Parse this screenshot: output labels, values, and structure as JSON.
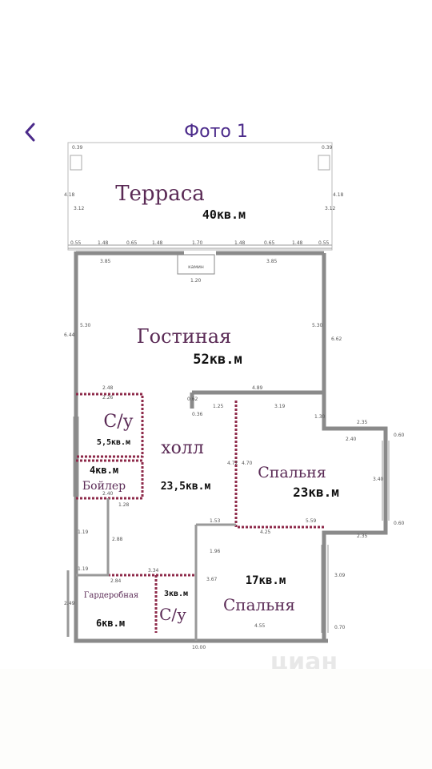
{
  "header": {
    "title": "Фото 1",
    "back_icon": "chevron-left-icon"
  },
  "rooms": {
    "terrace": {
      "name": "Терраса",
      "area": "40кв.м"
    },
    "living": {
      "name": "Гостиная",
      "area": "52кв.м"
    },
    "bath1": {
      "name": "С/у",
      "area": "5,5кв.м"
    },
    "hall": {
      "name": "холл",
      "area": "23,5кв.м"
    },
    "boiler": {
      "name": "Бойлер",
      "area": "4кв.м"
    },
    "bedroom1": {
      "name": "Спальня",
      "area": "23кв.м"
    },
    "wardrobe": {
      "name": "Гардеробная",
      "area": "6кв.м"
    },
    "bath2": {
      "name": "С/у",
      "area": "3кв.м"
    },
    "bedroom2": {
      "name": "Спальня",
      "area": "17кв.м"
    }
  },
  "dimensions": {
    "d1": "0.39",
    "d2": "0.39",
    "d3": "4.18",
    "d4": "3.12",
    "d5": "4.18",
    "d6": "3.12",
    "d7": "0.55",
    "d8": "1.48",
    "d9": "0.65",
    "d10": "1.48",
    "d11": "1.70",
    "d12": "1.48",
    "d13": "0.65",
    "d14": "1.48",
    "d15": "0.55",
    "d16": "3.85",
    "d17": "3.85",
    "d18": "1.20",
    "d19": "6.44",
    "d20": "5.30",
    "d21": "5.30",
    "d22": "6.62",
    "d23": "2.48",
    "d24": "2.26",
    "d25": "4.89",
    "d26": "0.62",
    "d27": "0.36",
    "d28": "1.25",
    "d29": "3.19",
    "d30": "1.30",
    "d31": "2.35",
    "d32": "2.40",
    "d33": "3.40",
    "d34": "0.60",
    "d35": "0.60",
    "d36": "2.40",
    "d37": "1.28",
    "d38": "1.19",
    "d39": "4.72",
    "d40": "4.70",
    "d41": "1.53",
    "d42": "4.25",
    "d43": "5.59",
    "d44": "2.35",
    "d45": "1.96",
    "d46": "2.88",
    "d47": "1.19",
    "d48": "3.34",
    "d49": "2.84",
    "d50": "3.67",
    "d51": "2.49",
    "d52": "4.55",
    "d53": "3.09",
    "d54": "10.00",
    "d55": "0.70"
  },
  "watermark": {
    "text": "циан"
  }
}
